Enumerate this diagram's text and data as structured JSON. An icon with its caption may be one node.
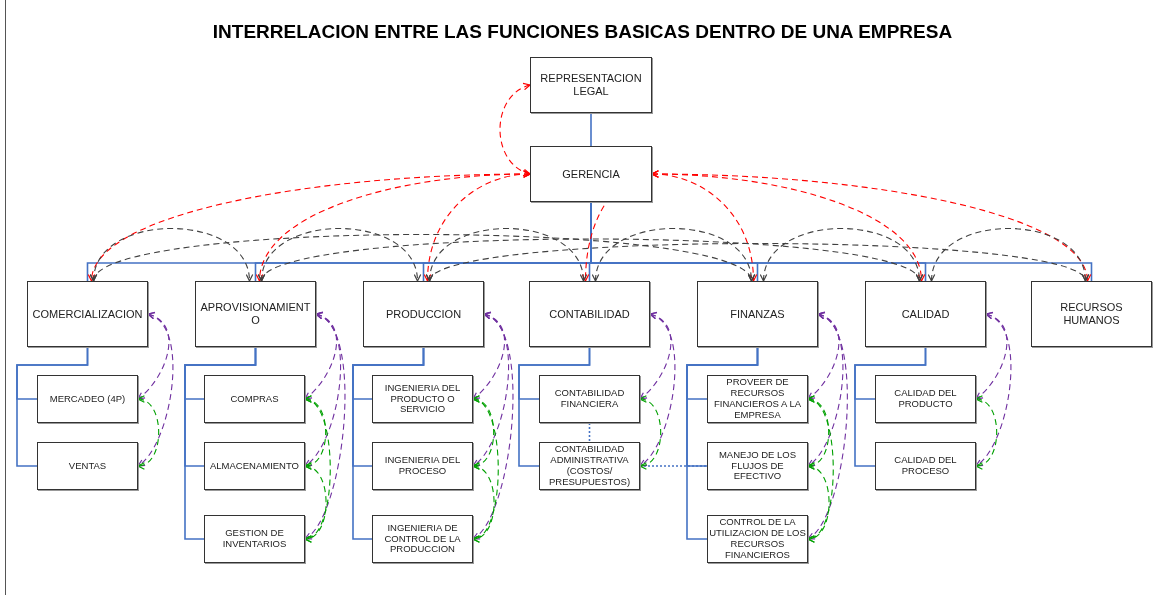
{
  "diagram": {
    "title": "INTERRELACION ENTRE LAS FUNCIONES BASICAS DENTRO DE UNA EMPRESA",
    "nodes": [
      {
        "text": [
          "REPRESENTACION LEGAL"
        ]
      },
      {
        "text": [
          "GERENCIA"
        ]
      },
      {
        "text": [
          "COMERCIALIZACION"
        ]
      },
      {
        "text": [
          "APROVISIONAMIENTO"
        ]
      },
      {
        "text": [
          "PRODUCCION"
        ]
      },
      {
        "text": [
          "CONTABILIDAD"
        ]
      },
      {
        "text": [
          "FINANZAS"
        ]
      },
      {
        "text": [
          "CALIDAD"
        ]
      },
      {
        "text": [
          "RECURSOS HUMANOS"
        ]
      },
      {
        "text": [
          "MERCADEO (4P)"
        ]
      },
      {
        "text": [
          "VENTAS"
        ]
      },
      {
        "text": [
          "COMPRAS"
        ]
      },
      {
        "text": [
          "ALMACENAMIENTO"
        ]
      },
      {
        "text": [
          "GESTION DE INVENTARIOS"
        ]
      },
      {
        "text": [
          "INGENIERIA DEL PRODUCTO O SERVICIO"
        ]
      },
      {
        "text": [
          "INGENIERIA DEL PROCESO"
        ]
      },
      {
        "text": [
          "INGENIERIA DE CONTROL DE LA PRODUCCION"
        ]
      },
      {
        "text": [
          "CONTABILIDAD FINANCIERA"
        ]
      },
      {
        "text": [
          "CONTABILIDAD ADMINISTRATIVA (COSTOS/ PRESUPUESTOS)"
        ]
      },
      {
        "text": [
          "PROVEER DE RECURSOS FINANCIEROS A LA EMPRESA"
        ]
      },
      {
        "text": [
          "MANEJO DE LOS FLUJOS DE EFECTIVO"
        ]
      },
      {
        "text": [
          "CONTROL DE LA UTILIZACION DE LOS RECURSOS FINANCIEROS"
        ]
      },
      {
        "text": [
          "CALIDAD DEL PRODUCTO"
        ]
      },
      {
        "text": [
          "CALIDAD DEL PROCESO"
        ]
      }
    ],
    "edges": [
      {
        "from": 0,
        "to": 1,
        "arrow": "none"
      },
      {
        "from": 1,
        "to": 2,
        "arrow": "none"
      },
      {
        "from": 1,
        "to": 3,
        "arrow": "none"
      },
      {
        "from": 1,
        "to": 4,
        "arrow": "none"
      },
      {
        "from": 1,
        "to": 5,
        "arrow": "none"
      },
      {
        "from": 1,
        "to": 6,
        "arrow": "none"
      },
      {
        "from": 1,
        "to": 7,
        "arrow": "none"
      },
      {
        "from": 1,
        "to": 8,
        "arrow": "none"
      },
      {
        "from": 2,
        "to": 9,
        "arrow": "none"
      },
      {
        "from": 2,
        "to": 10,
        "arrow": "none"
      },
      {
        "from": 3,
        "to": 11,
        "arrow": "none"
      },
      {
        "from": 3,
        "to": 12,
        "arrow": "none"
      },
      {
        "from": 3,
        "to": 13,
        "arrow": "none"
      },
      {
        "from": 4,
        "to": 14,
        "arrow": "none"
      },
      {
        "from": 4,
        "to": 15,
        "arrow": "none"
      },
      {
        "from": 4,
        "to": 16,
        "arrow": "none"
      },
      {
        "from": 5,
        "to": 17,
        "arrow": "none"
      },
      {
        "from": 5,
        "to": 18,
        "arrow": "none"
      },
      {
        "from": 6,
        "to": 19,
        "arrow": "none"
      },
      {
        "from": 6,
        "to": 20,
        "arrow": "none"
      },
      {
        "from": 6,
        "to": 21,
        "arrow": "none"
      },
      {
        "from": 7,
        "to": 22,
        "arrow": "none"
      },
      {
        "from": 7,
        "to": 23,
        "arrow": "none"
      },
      {
        "from": 17,
        "to": 18,
        "arrow": "none",
        "style": "dashed"
      },
      {
        "from": 18,
        "to": 20,
        "arrow": "none",
        "style": "dashed"
      },
      {
        "from": 0,
        "to": 1,
        "arrow": "both",
        "style": "dashed",
        "color": "#ff0000"
      },
      {
        "from": 1,
        "to": 2,
        "arrow": "both",
        "style": "dashed",
        "color": "#ff0000"
      },
      {
        "from": 1,
        "to": 3,
        "arrow": "both",
        "style": "dashed",
        "color": "#ff0000"
      },
      {
        "from": 1,
        "to": 4,
        "arrow": "both",
        "style": "dashed",
        "color": "#ff0000"
      },
      {
        "from": 1,
        "to": 5,
        "arrow": "both",
        "style": "dashed",
        "color": "#ff0000"
      },
      {
        "from": 1,
        "to": 6,
        "arrow": "both",
        "style": "dashed",
        "color": "#ff0000"
      },
      {
        "from": 1,
        "to": 7,
        "arrow": "both",
        "style": "dashed",
        "color": "#ff0000"
      },
      {
        "from": 1,
        "to": 8,
        "arrow": "both",
        "style": "dashed",
        "color": "#ff0000"
      },
      {
        "from": 2,
        "to": 3,
        "arrow": "both",
        "style": "dashed",
        "color": "#404040"
      },
      {
        "from": 3,
        "to": 4,
        "arrow": "both",
        "style": "dashed",
        "color": "#404040"
      },
      {
        "from": 4,
        "to": 5,
        "arrow": "both",
        "style": "dashed",
        "color": "#404040"
      },
      {
        "from": 5,
        "to": 6,
        "arrow": "both",
        "style": "dashed",
        "color": "#404040"
      },
      {
        "from": 6,
        "to": 7,
        "arrow": "both",
        "style": "dashed",
        "color": "#404040"
      },
      {
        "from": 7,
        "to": 8,
        "arrow": "both",
        "style": "dashed",
        "color": "#404040"
      },
      {
        "from": 2,
        "to": 6,
        "arrow": "both",
        "style": "dashed",
        "color": "#404040"
      },
      {
        "from": 3,
        "to": 7,
        "arrow": "both",
        "style": "dashed",
        "color": "#404040"
      },
      {
        "from": 4,
        "to": 8,
        "arrow": "both",
        "style": "dashed",
        "color": "#404040"
      },
      {
        "from": 2,
        "to": 9,
        "arrow": "both",
        "style": "dashed",
        "color": "#7030a0"
      },
      {
        "from": 2,
        "to": 10,
        "arrow": "both",
        "style": "dashed",
        "color": "#7030a0"
      },
      {
        "from": 3,
        "to": 11,
        "arrow": "both",
        "style": "dashed",
        "color": "#7030a0"
      },
      {
        "from": 3,
        "to": 12,
        "arrow": "both",
        "style": "dashed",
        "color": "#7030a0"
      },
      {
        "from": 3,
        "to": 13,
        "arrow": "both",
        "style": "dashed",
        "color": "#7030a0"
      },
      {
        "from": 4,
        "to": 14,
        "arrow": "both",
        "style": "dashed",
        "color": "#7030a0"
      },
      {
        "from": 4,
        "to": 15,
        "arrow": "both",
        "style": "dashed",
        "color": "#7030a0"
      },
      {
        "from": 4,
        "to": 16,
        "arrow": "both",
        "style": "dashed",
        "color": "#7030a0"
      },
      {
        "from": 5,
        "to": 17,
        "arrow": "both",
        "style": "dashed",
        "color": "#7030a0"
      },
      {
        "from": 5,
        "to": 18,
        "arrow": "both",
        "style": "dashed",
        "color": "#7030a0"
      },
      {
        "from": 6,
        "to": 19,
        "arrow": "both",
        "style": "dashed",
        "color": "#7030a0"
      },
      {
        "from": 6,
        "to": 20,
        "arrow": "both",
        "style": "dashed",
        "color": "#7030a0"
      },
      {
        "from": 6,
        "to": 21,
        "arrow": "both",
        "style": "dashed",
        "color": "#7030a0"
      },
      {
        "from": 7,
        "to": 22,
        "arrow": "both",
        "style": "dashed",
        "color": "#7030a0"
      },
      {
        "from": 7,
        "to": 23,
        "arrow": "both",
        "style": "dashed",
        "color": "#7030a0"
      },
      {
        "from": 9,
        "to": 10,
        "arrow": "both",
        "style": "dashed",
        "color": "#00a000"
      },
      {
        "from": 11,
        "to": 12,
        "arrow": "both",
        "style": "dashed",
        "color": "#00a000"
      },
      {
        "from": 12,
        "to": 13,
        "arrow": "both",
        "style": "dashed",
        "color": "#00a000"
      },
      {
        "from": 11,
        "to": 13,
        "arrow": "both",
        "style": "dashed",
        "color": "#00a000"
      },
      {
        "from": 14,
        "to": 15,
        "arrow": "both",
        "style": "dashed",
        "color": "#00a000"
      },
      {
        "from": 15,
        "to": 16,
        "arrow": "both",
        "style": "dashed",
        "color": "#00a000"
      },
      {
        "from": 14,
        "to": 16,
        "arrow": "both",
        "style": "dashed",
        "color": "#00a000"
      },
      {
        "from": 17,
        "to": 18,
        "arrow": "both",
        "style": "dashed",
        "color": "#00a000"
      },
      {
        "from": 19,
        "to": 20,
        "arrow": "both",
        "style": "dashed",
        "color": "#00a000"
      },
      {
        "from": 20,
        "to": 21,
        "arrow": "both",
        "style": "dashed",
        "color": "#00a000"
      },
      {
        "from": 19,
        "to": 21,
        "arrow": "both",
        "style": "dashed",
        "color": "#00a000"
      },
      {
        "from": 22,
        "to": 23,
        "arrow": "both",
        "style": "dashed",
        "color": "#00a000"
      }
    ]
  }
}
